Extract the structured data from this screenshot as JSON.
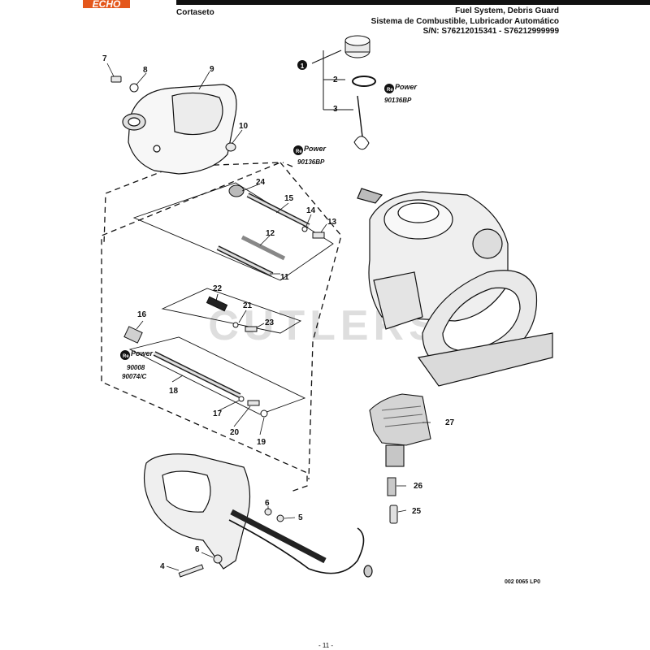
{
  "header": {
    "brand": "ECHO",
    "brand_color": "#e4571b",
    "product": "Cortaseto",
    "title_lines": [
      "Fuel System, Debris Guard",
      "Sistema de Combustible, Lubricador Automático",
      "S/N: S76212015341 - S76212999999"
    ]
  },
  "callouts": [
    "1",
    "2",
    "3",
    "4",
    "5",
    "6",
    "6",
    "7",
    "8",
    "9",
    "10",
    "11",
    "12",
    "13",
    "14",
    "15",
    "16",
    "17",
    "18",
    "19",
    "20",
    "21",
    "22",
    "23",
    "24",
    "25",
    "26",
    "27"
  ],
  "repower": {
    "re": "Re",
    "power": "Power",
    "kit_a": "90136BP",
    "kit_b": "90136BP",
    "kit_c1": "90008",
    "kit_c2": "90074/C"
  },
  "watermark": "CUTLERS",
  "drawing_code": "002 0065 LP0",
  "page_number": "- 11 -"
}
